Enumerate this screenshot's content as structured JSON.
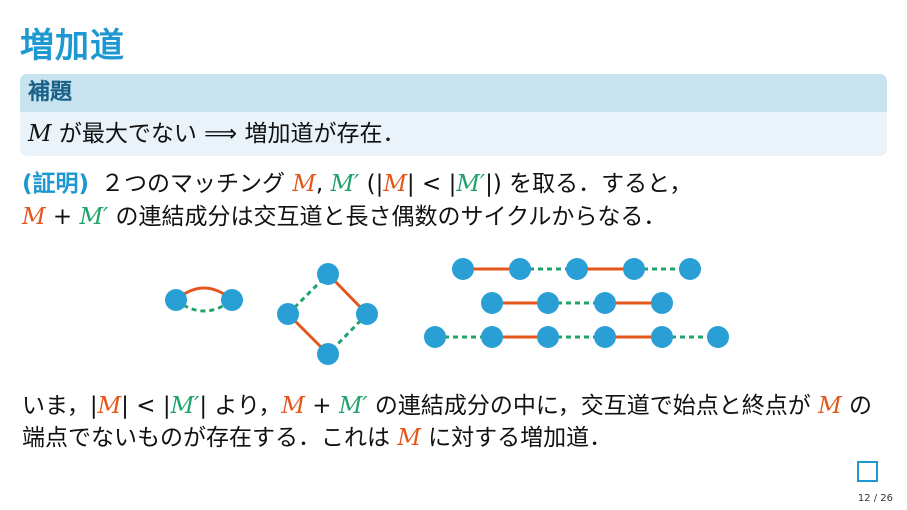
{
  "title": "増加道",
  "lemma": {
    "heading": "補題",
    "M": "M",
    "rest": " が最大でない ⟹ 増加道が存在．"
  },
  "proof": {
    "label": "(証明)",
    "t1": "２つのマッチング ",
    "M": "M",
    "comma": ", ",
    "Mp": "M′",
    "paren_open": " (|",
    "M2": "M",
    "lt": "| < |",
    "Mp2": "M′",
    "paren_close": "|) を取る．すると，",
    "M3": "M",
    "plus": " + ",
    "Mp3": "M′",
    "t2": " の連結成分は交互道と長さ偶数のサイクルからなる．"
  },
  "conclusion": {
    "t1": "いま，|",
    "M": "M",
    "lt": "| < |",
    "Mp": "M′",
    "t2": "| より，",
    "M2": "M",
    "plus": " + ",
    "Mp2": "M′",
    "t3": " の連結成分の中に，交互道で始点と終点が ",
    "M3": "M",
    "t4": " の端点でないものが存在する．これは ",
    "M4": "M",
    "t5": " に対する増加道．"
  },
  "colors": {
    "accent": "#1d98d1",
    "M_edge": "#e3561c",
    "Mprime_edge": "#1fa36a",
    "node": "#2a9fd6"
  },
  "page_number": "12 / 26"
}
